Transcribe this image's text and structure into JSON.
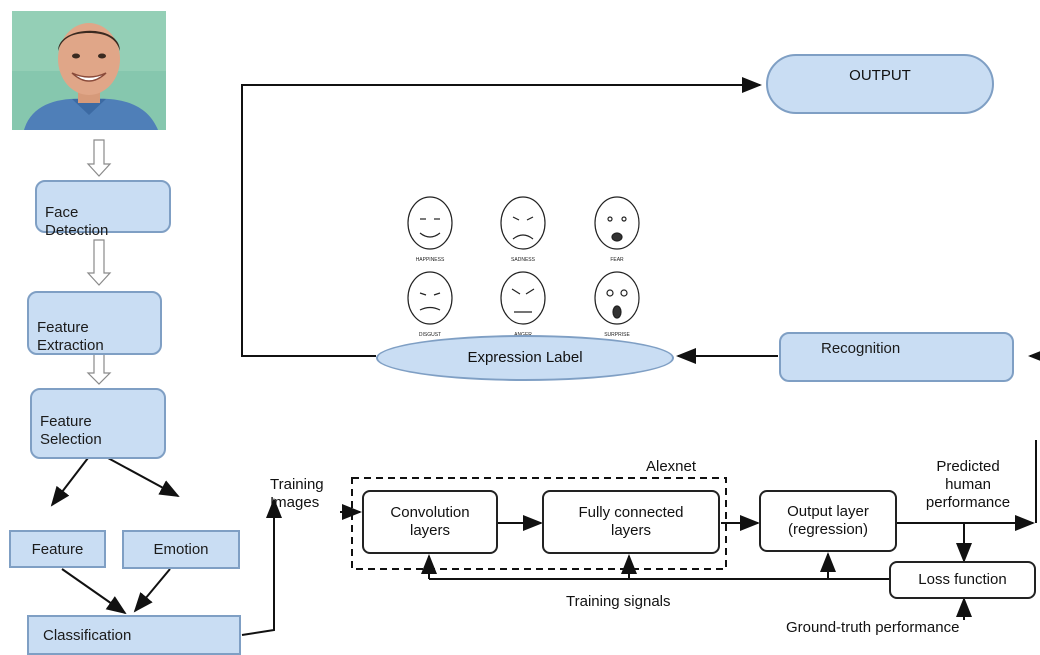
{
  "left_flow": {
    "face_detection": "Face\nDetection",
    "feature_extraction": "Feature\nExtraction",
    "feature_selection": "Feature\nSelection",
    "feature": "Feature",
    "emotion": "Emotion",
    "classification": "Classification"
  },
  "top": {
    "output": "OUTPUT",
    "expression_label": "Expression Label",
    "recognition": "Recognition",
    "faces": [
      "HAPPINESS",
      "SADNESS",
      "FEAR",
      "DISGUST",
      "ANGER",
      "SURPRISE"
    ]
  },
  "alexnet": {
    "group_label": "Alexnet",
    "training_images": "Training\nImages",
    "convolution": "Convolution\nlayers",
    "fully_connected": "Fully connected\nlayers",
    "output_layer": "Output layer\n(regression)",
    "predicted": "Predicted\nhuman\nperformance",
    "loss": "Loss function",
    "training_signals": "Training signals",
    "ground_truth": "Ground-truth performance"
  },
  "colors": {
    "box_fill": "#c9ddf3",
    "box_border": "#7f9fc4",
    "photo_bg": "#7fc0a8",
    "shirt": "#4f7fb8"
  }
}
